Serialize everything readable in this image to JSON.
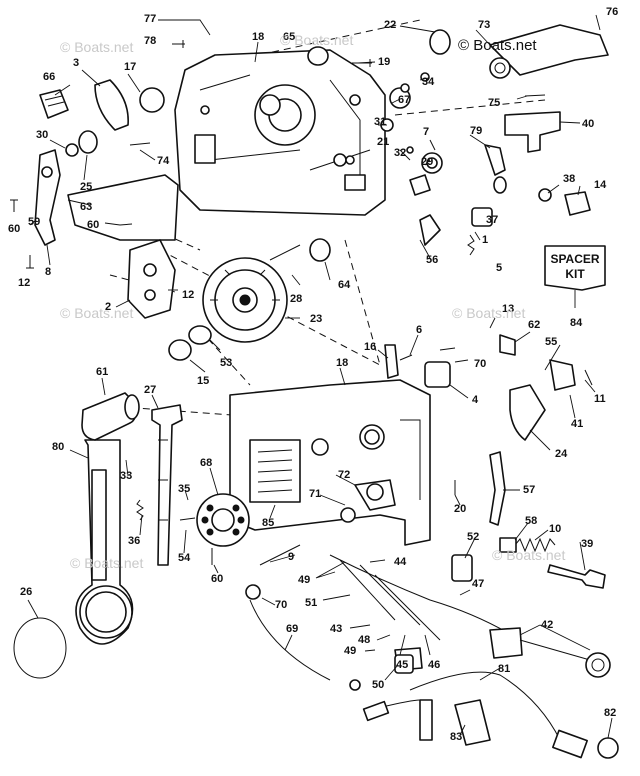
{
  "watermark": {
    "top": "© Boats.net",
    "faint": [
      "© Boats.net",
      "© Boats.net",
      "© Boats.net",
      "© Boats.net",
      "© Boats.net",
      "© Boats.net"
    ]
  },
  "spacer_kit": {
    "line1": "SPACER",
    "line2": "KIT"
  },
  "labels": [
    "77",
    "78",
    "18",
    "65",
    "22",
    "73",
    "76",
    "19",
    "66",
    "3",
    "17",
    "34",
    "67",
    "75",
    "40",
    "30",
    "31",
    "21",
    "7",
    "79",
    "25",
    "74",
    "32",
    "29",
    "38",
    "14",
    "63",
    "59",
    "60",
    "60",
    "37",
    "56",
    "1",
    "5",
    "2",
    "12",
    "28",
    "64",
    "8",
    "12",
    "23",
    "53",
    "15",
    "13",
    "62",
    "6",
    "70",
    "16",
    "55",
    "84",
    "18",
    "11",
    "61",
    "27",
    "4",
    "41",
    "80",
    "24",
    "68",
    "72",
    "33",
    "35",
    "71",
    "57",
    "20",
    "36",
    "54",
    "85",
    "58",
    "10",
    "52",
    "39",
    "9",
    "60",
    "44",
    "49",
    "47",
    "51",
    "70",
    "26",
    "43",
    "48",
    "42",
    "69",
    "49",
    "45",
    "46",
    "50",
    "81",
    "83",
    "82"
  ]
}
